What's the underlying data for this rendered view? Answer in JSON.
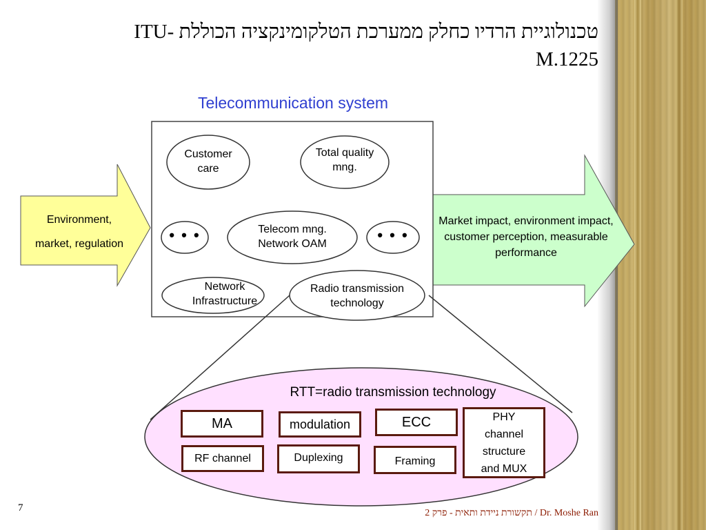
{
  "slide": {
    "title_line1": "טכנולוגיית הרדיו כחלק ממערכת הטלקומינקציה הכוללת  -ITU",
    "title_line2": "M.1225",
    "page_number": "7",
    "footer": "תקשורת ניידת ותאית  -  פרק 2 / Dr. Moshe Ran"
  },
  "diagram": {
    "title": "Telecommunication system",
    "input_arrow": {
      "line1": "Environment,",
      "line2": "market, regulation"
    },
    "output_arrow": {
      "text": "Market impact, environment impact, customer perception, measurable performance"
    },
    "system_nodes": {
      "customer_care": {
        "line1": "Customer",
        "line2": "care"
      },
      "total_quality": {
        "line1": "Total quality",
        "line2": "mng."
      },
      "telecom_mng": {
        "line1": "Telecom mng.",
        "line2": "Network OAM"
      },
      "network_infra": {
        "line1": "Network",
        "line2": "Infrastructure"
      },
      "radio_tx": {
        "line1": "Radio transmission",
        "line2": "technology"
      },
      "ellipsis_left": "• • •",
      "ellipsis_right": "• • •"
    },
    "rtt": {
      "title": "RTT=radio transmission technology",
      "components": {
        "ma": "MA",
        "modulation": "modulation",
        "ecc": "ECC",
        "phy": "PHY channel structure and MUX",
        "rf_channel": "RF channel",
        "duplexing": "Duplexing",
        "framing": "Framing"
      }
    }
  },
  "colors": {
    "title_blue": "#2f3fd0",
    "input_arrow_fill": "#ffff99",
    "output_arrow_fill": "#ccffcc",
    "rtt_fill": "#ffe0ff",
    "box_border": "#5a1a0e",
    "footer_red": "#8b1a00"
  }
}
